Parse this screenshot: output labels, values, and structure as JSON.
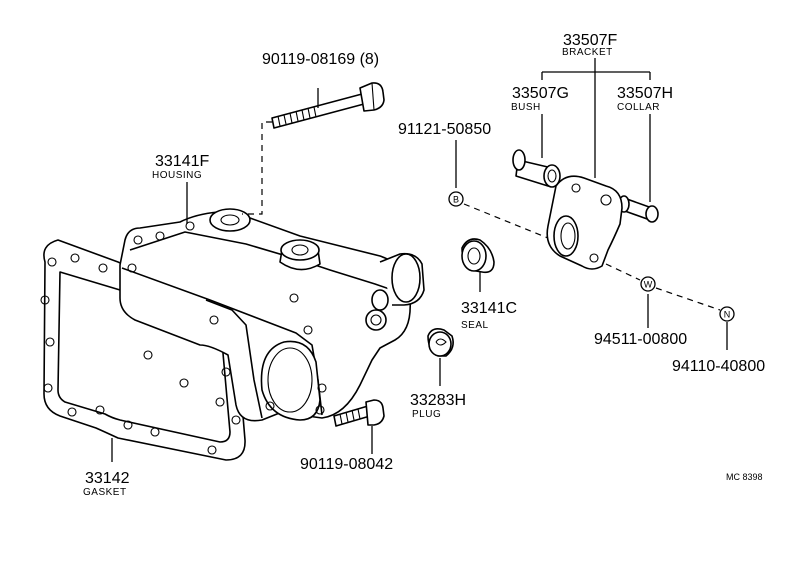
{
  "callouts": {
    "bolt_long": {
      "number": "90119-08169 (8)"
    },
    "housing": {
      "number": "33141F",
      "name": "HOUSING"
    },
    "bracket": {
      "number": "33507F",
      "name": "BRACKET"
    },
    "bush": {
      "number": "33507G",
      "name": "BUSH"
    },
    "collar": {
      "number": "33507H",
      "name": "COLLAR"
    },
    "bolt_b": {
      "number": "91121-50850",
      "marker": "B"
    },
    "seal": {
      "number": "33141C",
      "name": "SEAL"
    },
    "washer": {
      "number": "94511-00800",
      "marker": "W"
    },
    "nut": {
      "number": "94110-40800",
      "marker": "N"
    },
    "plug": {
      "number": "33283H",
      "name": "PLUG"
    },
    "bolt_short": {
      "number": "90119-08042"
    },
    "gasket": {
      "number": "33142",
      "name": "GASKET"
    }
  },
  "diagram_code": "MC 8398"
}
